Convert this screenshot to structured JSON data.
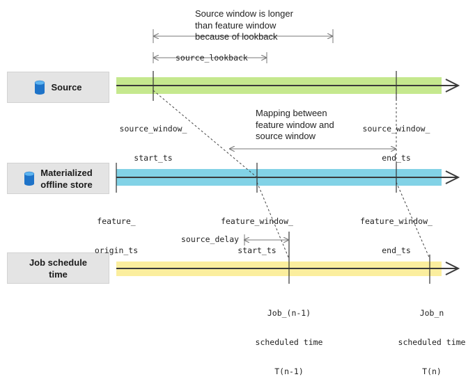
{
  "rows": {
    "source": {
      "label": "Source",
      "icon": "database-icon"
    },
    "materialized": {
      "label_line1": "Materialized",
      "label_line2": "offline store",
      "icon": "database-icon"
    },
    "job": {
      "label_line1": "Job schedule",
      "label_line2": "time"
    }
  },
  "annotations": {
    "source_window_note": [
      "Source window is longer",
      "than feature window",
      "because of lookback"
    ],
    "source_lookback": "source_lookback",
    "mapping_note": [
      "Mapping  between",
      "feature window and",
      "source window"
    ],
    "source_delay": "source_delay"
  },
  "ticks": {
    "source_window_start": [
      "source_window_",
      "start_ts"
    ],
    "source_window_end": [
      "source_window_",
      "end_ts"
    ],
    "feature_origin": [
      "feature_",
      "origin_ts"
    ],
    "feature_window_start": [
      "feature_window_",
      "start_ts"
    ],
    "feature_window_end": [
      "feature_window_",
      "end_ts"
    ],
    "job_n_minus_1": [
      "Job_(n-1)",
      "scheduled time",
      "T(n-1)"
    ],
    "job_n": [
      "Job_n",
      "scheduled time",
      "T(n)"
    ]
  },
  "colors": {
    "source_band": "#c5e88e",
    "materialized_band": "#82d2e6",
    "job_band": "#fbee9e",
    "timeline": "#3a3a3a",
    "label_bg": "#e4e4e4",
    "db_icon": "#1e73c8"
  }
}
